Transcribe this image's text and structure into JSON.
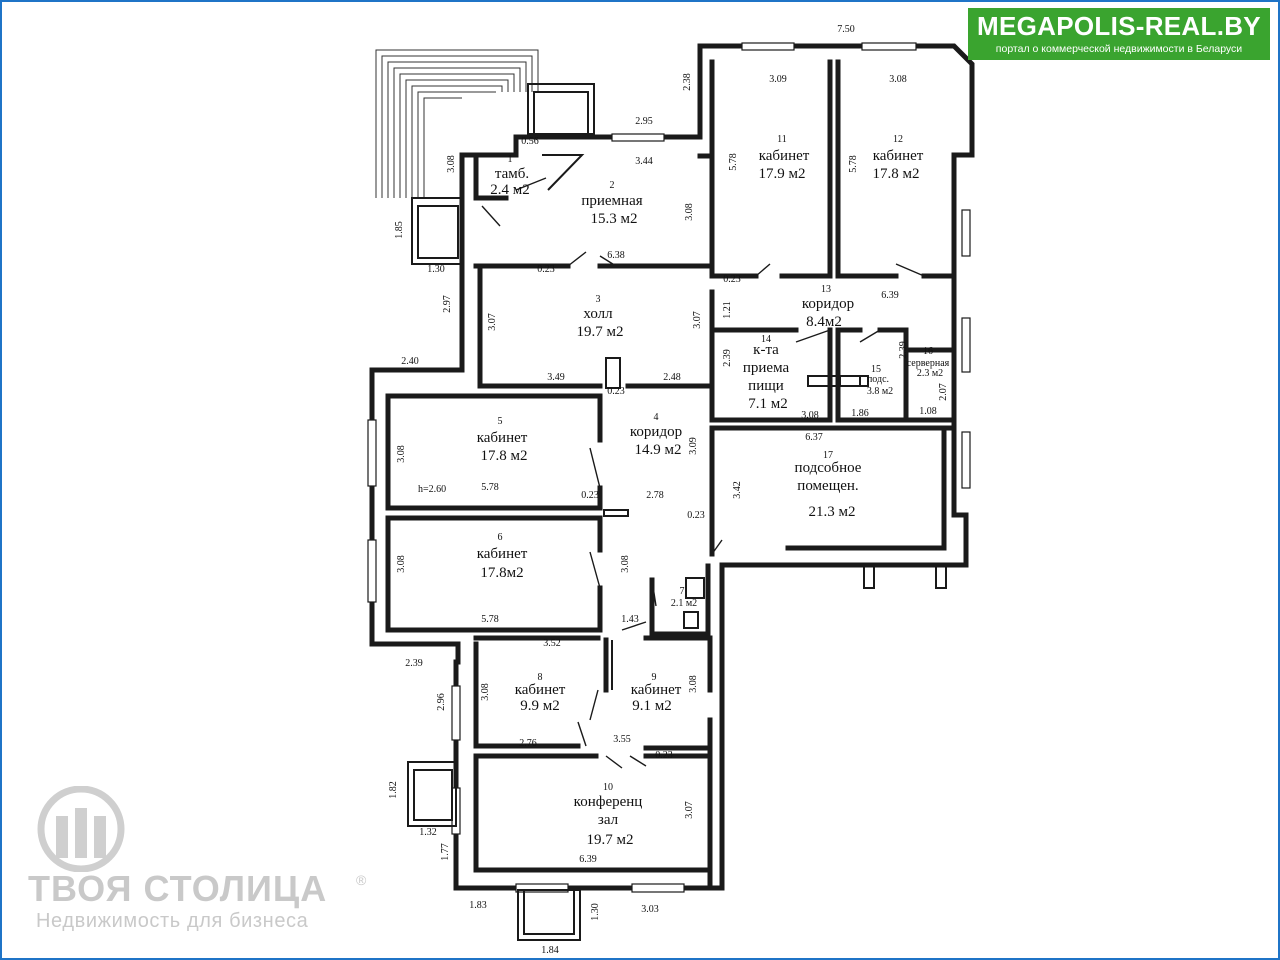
{
  "brand": {
    "name": "MEGAPOLIS-REAL.BY",
    "tagline": "портал о коммерческой недвижимости в Беларуси"
  },
  "watermark": {
    "name": "ТВОЯ СТОЛИЦА",
    "registered": "®",
    "subtitle": "Недвижимость для бизнеса"
  },
  "rooms": [
    {
      "number": "1",
      "name": "тамб.",
      "area": "2.4 м2"
    },
    {
      "number": "2",
      "name": "приемная",
      "area": "15.3 м2"
    },
    {
      "number": "3",
      "name": "холл",
      "area": "19.7 м2"
    },
    {
      "number": "4",
      "name": "коридор",
      "area": "14.9 м2"
    },
    {
      "number": "5",
      "name": "кабинет",
      "area": "17.8 м2"
    },
    {
      "number": "6",
      "name": "кабинет",
      "area": "17.8м2"
    },
    {
      "number": "7",
      "name": "",
      "area": "2.1 м2"
    },
    {
      "number": "8",
      "name": "кабинет",
      "area": "9.9 м2"
    },
    {
      "number": "9",
      "name": "кабинет",
      "area": "9.1 м2"
    },
    {
      "number": "10",
      "name": "конференц",
      "name2": "зал",
      "area": "19.7 м2"
    },
    {
      "number": "11",
      "name": "кабинет",
      "area": "17.9 м2"
    },
    {
      "number": "12",
      "name": "кабинет",
      "area": "17.8 м2"
    },
    {
      "number": "13",
      "name": "коридор",
      "area": "8.4м2"
    },
    {
      "number": "14",
      "name": "к-та",
      "name2": "приема",
      "name3": "пищи",
      "area": "7.1 м2"
    },
    {
      "number": "15",
      "name": "подс.",
      "area": "3.8 м2"
    },
    {
      "number": "16",
      "name": "серверная",
      "area": "2.3 м2"
    },
    {
      "number": "17",
      "name": "подсобное",
      "name2": "помещен.",
      "area": "21.3 м2"
    }
  ],
  "ceiling_height": "h=2.60",
  "dimensions": [
    "7.50",
    "2.38",
    "3.09",
    "3.08",
    "5.78",
    "5.78",
    "2.95",
    "0.56",
    "3.44",
    "3.08",
    "3.08",
    "1.85",
    "1.30",
    "0.23",
    "6.38",
    "0.23",
    "6.39",
    "1.21",
    "2.97",
    "3.07",
    "3.07",
    "2.39",
    "2.39",
    "2.40",
    "3.49",
    "0.23",
    "2.48",
    "3.08",
    "1.86",
    "2.07",
    "1.08",
    "6.37",
    "3.08",
    "3.09",
    "3.42",
    "5.78",
    "0.23",
    "2.78",
    "0.23",
    "3.08",
    "3.08",
    "5.78",
    "1.43",
    "3.52",
    "2.39",
    "2.96",
    "3.08",
    "3.08",
    "2.76",
    "3.55",
    "0.23",
    "3.07",
    "1.82",
    "1.32",
    "1.77",
    "6.39",
    "1.83",
    "1.30",
    "3.03",
    "1.84"
  ]
}
